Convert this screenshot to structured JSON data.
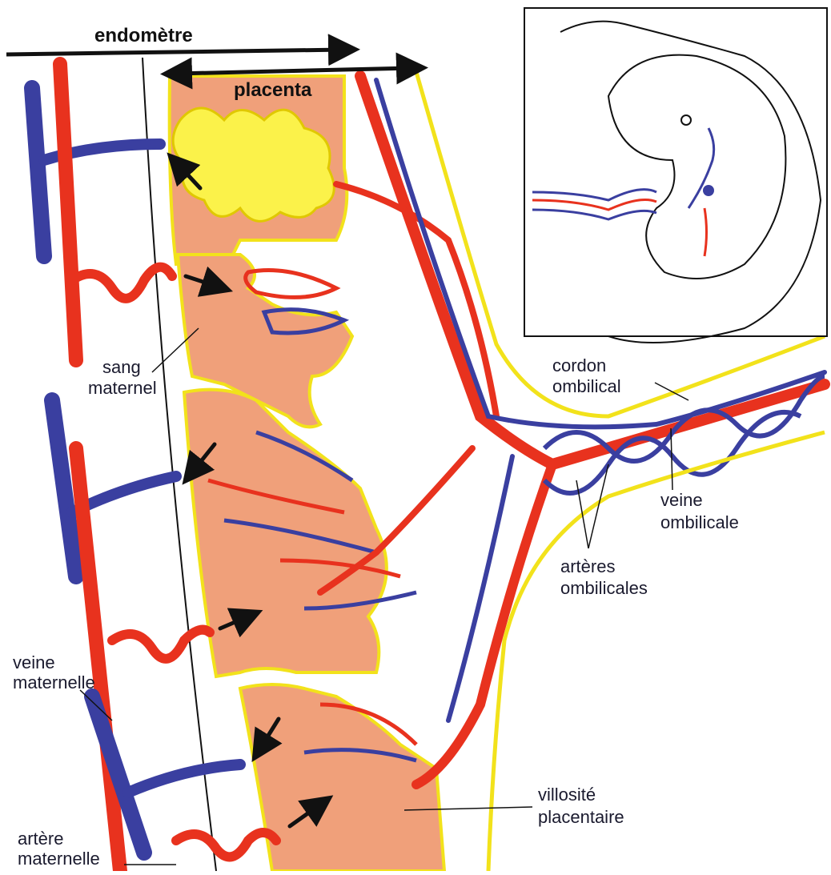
{
  "headers": {
    "endometre": "endomètre",
    "placenta": "placenta"
  },
  "labels": {
    "sang_line1": "sang",
    "sang_line2": "maternel",
    "cordon_line1": "cordon",
    "cordon_line2": "ombilical",
    "veine_ombilicale_line1": "veine",
    "veine_ombilicale_line2": "ombilicale",
    "arteres_line1": "artères",
    "arteres_line2": "ombilicales",
    "veine_maternelle_line1": "veine",
    "veine_maternelle_line2": "maternelle",
    "villosite_line1": "villosité",
    "villosite_line2": "placentaire",
    "artere_maternelle_line1": "artère",
    "artere_maternelle_line2": "maternelle"
  },
  "colors": {
    "artery_red": "#e8321e",
    "vein_blue": "#3a3fa0",
    "placenta_salmon": "#f0a07a",
    "outline_yellow": "#f2e21b",
    "villus_yellow": "#fbf24a",
    "ink": "#111111"
  }
}
